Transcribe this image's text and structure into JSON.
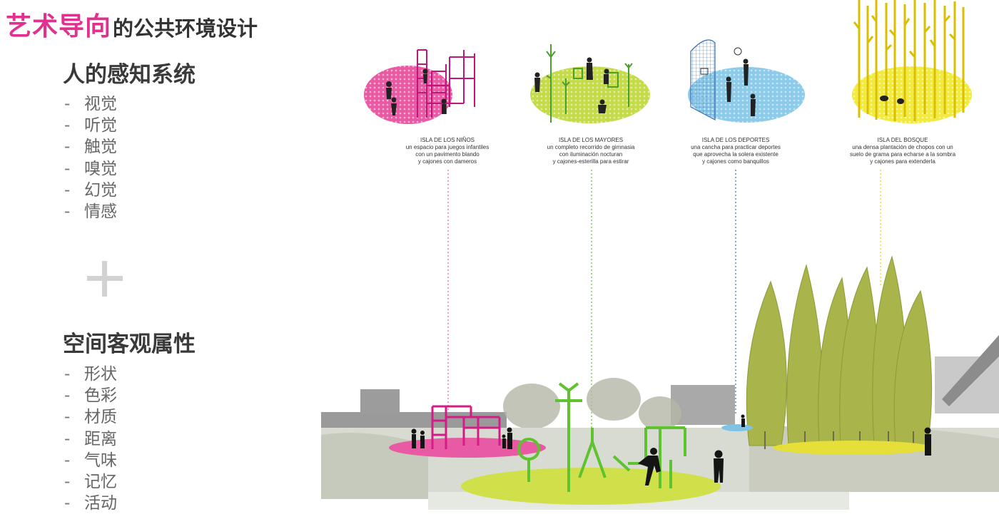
{
  "title": {
    "highlight": "艺术导向",
    "rest": "的公共环境设计"
  },
  "section1": {
    "heading": "人的感知系统",
    "items": [
      "视觉",
      "听觉",
      "触觉",
      "嗅觉",
      "幻觉",
      "情感"
    ]
  },
  "section2": {
    "heading": "空间客观属性",
    "items": [
      "形状",
      "色彩",
      "材质",
      "距离",
      "气味",
      "记忆",
      "活动"
    ]
  },
  "dash": "-",
  "islands": [
    {
      "name": "ISLA DE LOS NIÑOS",
      "lines": [
        "un espacio para juegos infantiles",
        "con un pavimento blando",
        "y cajones con dameros"
      ],
      "color": "#e85aa4"
    },
    {
      "name": "ISLA DE LOS MAYORES",
      "lines": [
        "un completo recorrido de gimnasia",
        "con iluminación nocturan",
        "y cajones-esterilla para estirar"
      ],
      "color": "#c5db4a"
    },
    {
      "name": "ISLA DE LOS DEPORTES",
      "lines": [
        "una cancha para practicar deportes",
        "que aprovecha la solera existente",
        "y cajones como banquillos"
      ],
      "color": "#8ccbea"
    },
    {
      "name": "ISLA DEL BOSQUE",
      "lines": [
        "una densa plantación de chopos con un",
        "suelo de grama para echarse a la sombra",
        "y cajones para extenderla"
      ],
      "color": "#f2ea3c"
    }
  ],
  "colors": {
    "accent": "#e0318f",
    "equipment_green": "#5fc22f",
    "tree_green": "#a9b44a"
  }
}
